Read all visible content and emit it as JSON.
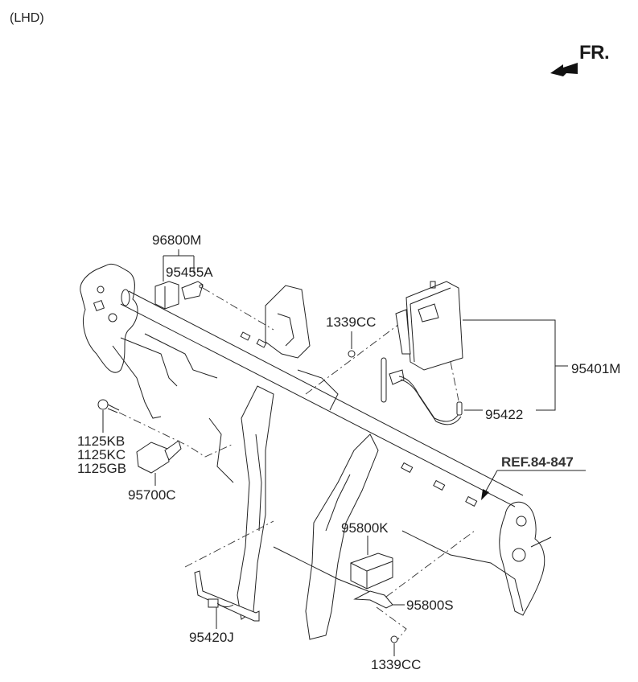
{
  "header": {
    "variant_label": "(LHD)",
    "direction_label": "FR."
  },
  "reference": {
    "label": "REF.84-847"
  },
  "callouts": {
    "p96800M": "96800M",
    "p95455A": "95455A",
    "p1339CC_top": "1339CC",
    "p95401M": "95401M",
    "p95422": "95422",
    "p1125KB": "1125KB",
    "p1125KC": "1125KC",
    "p1125GB": "1125GB",
    "p95700C": "95700C",
    "p95800K": "95800K",
    "p95800S": "95800S",
    "p1339CC_bottom": "1339CC",
    "p95420J": "95420J"
  },
  "icons": {
    "direction": "front-arrow-icon"
  }
}
